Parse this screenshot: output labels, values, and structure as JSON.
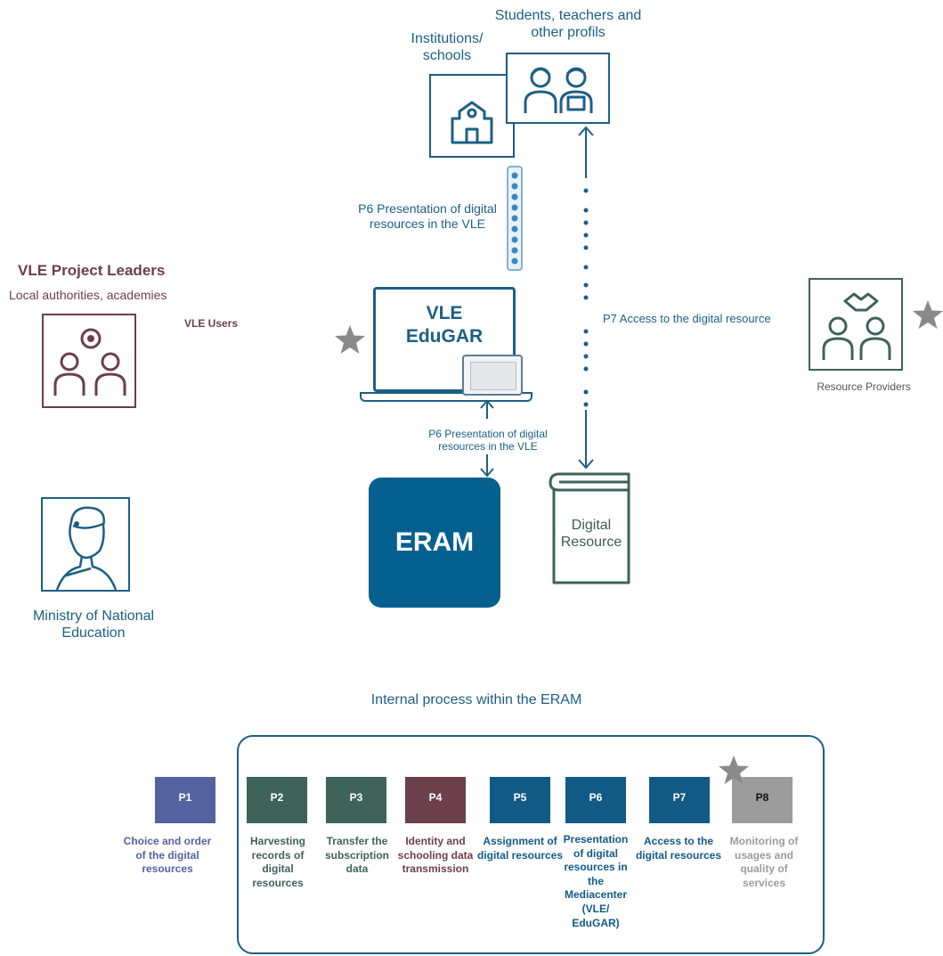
{
  "actors": {
    "institutions": "Institutions/ schools",
    "students": "Students, teachers and other profils",
    "vle_leaders_title": "VLE Project Leaders",
    "vle_leaders_sub": "Local authorities, academies",
    "vle_users": "VLE Users",
    "resource_providers": "Resource Providers",
    "ministry": "Ministry of National Education"
  },
  "flows": {
    "p6_top": "P6 Presentation of digital resources in the VLE",
    "p7": "P7 Access to the digital resource",
    "p6_bottom": "P6 Presentation of digital resources in the VLE"
  },
  "vle": {
    "line1": "VLE",
    "line2": "EduGAR"
  },
  "eram": "ERAM",
  "digital_resource": "Digital Resource",
  "internal_title": "Internal process within the ERAM",
  "processes": [
    {
      "id": "P1",
      "desc": "Choice and order of the digital resources",
      "color": "#5462a0"
    },
    {
      "id": "P2",
      "desc": "Harvesting records of digital resources",
      "color": "#3f6259"
    },
    {
      "id": "P3",
      "desc": "Transfer the subscription data",
      "color": "#3f6259"
    },
    {
      "id": "P4",
      "desc": "Identity and schooling data transmission",
      "color": "#6b3f4b"
    },
    {
      "id": "P5",
      "desc": "Assignment of digital resources",
      "color": "#125a86"
    },
    {
      "id": "P6",
      "desc": "Presentation of digital resources in the Mediacenter (VLE/ EduGAR)",
      "color": "#125a86"
    },
    {
      "id": "P7",
      "desc": "Access to the digital resources",
      "color": "#125a86"
    },
    {
      "id": "P8",
      "desc": "Monitoring of usages and quality of services",
      "color": "#9c9c9c"
    }
  ],
  "colors": {
    "teal": "#1c5f85",
    "plum": "#6b3f4b",
    "eram": "#06608f",
    "grey": "#8a8a8a"
  }
}
